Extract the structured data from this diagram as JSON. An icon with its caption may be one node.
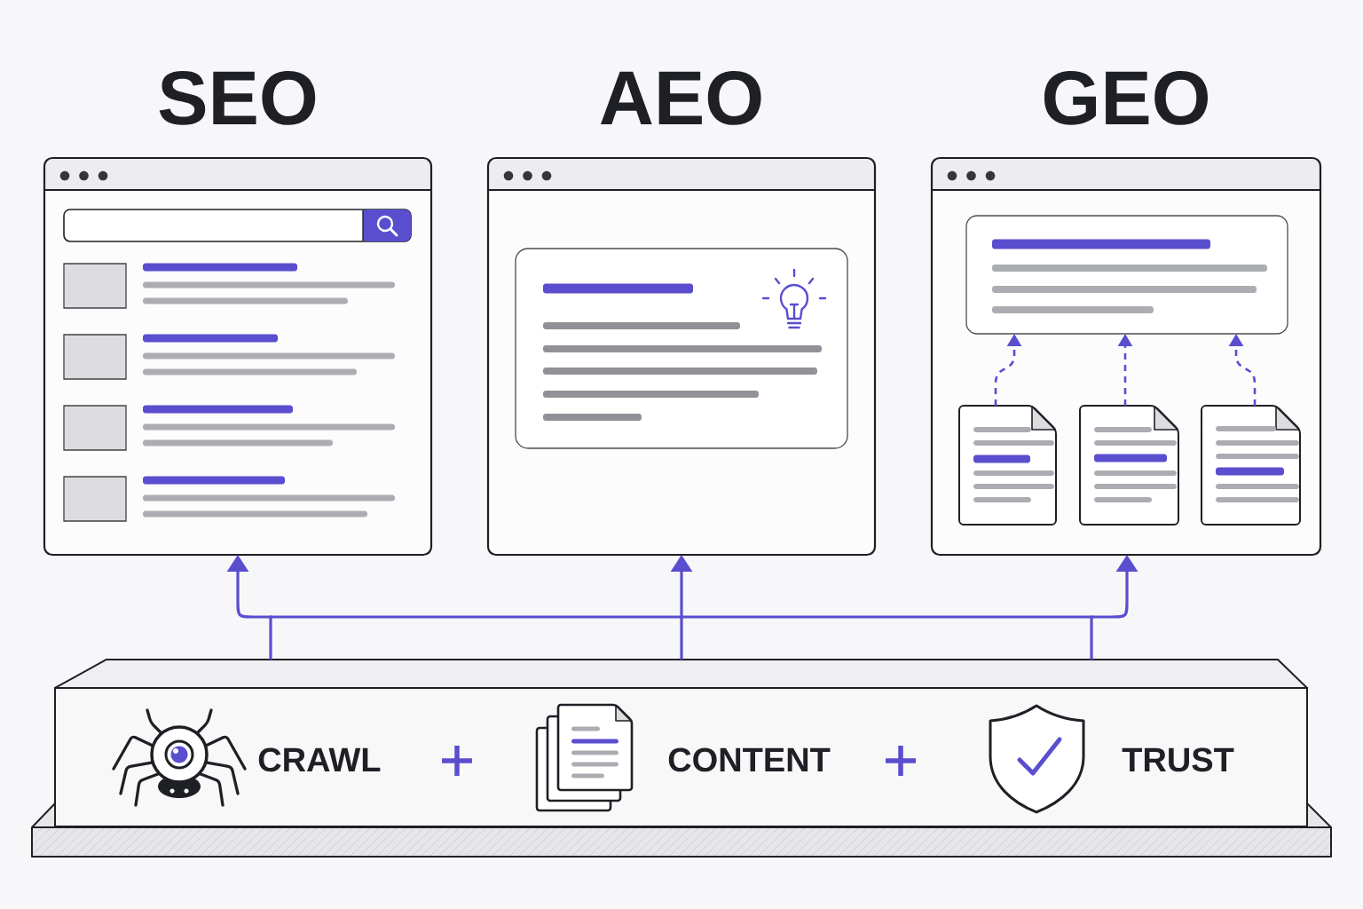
{
  "diagram": {
    "nodes": [
      {
        "text": [
          "SEO"
        ]
      },
      {
        "text": [
          "AEO"
        ]
      },
      {
        "text": [
          "GEO"
        ]
      },
      {
        "text": [],
        "shape": "box",
        "in": 2
      },
      {
        "text": [],
        "shape": "document",
        "in": 2
      },
      {
        "text": [],
        "shape": "document",
        "in": 2
      },
      {
        "text": [],
        "shape": "document",
        "in": 2
      },
      {
        "text": [
          "CRAWL",
          "CONTENT",
          "TRUST"
        ]
      }
    ],
    "edges": [
      {
        "from": 7,
        "to": 0,
        "arrow": "to"
      },
      {
        "from": 7,
        "to": 1,
        "arrow": "to"
      },
      {
        "from": 7,
        "to": 2,
        "arrow": "to"
      },
      {
        "from": 4,
        "to": 3,
        "arrow": "to",
        "style": "dashed"
      },
      {
        "from": 5,
        "to": 3,
        "arrow": "to",
        "style": "dashed"
      },
      {
        "from": 6,
        "to": 3,
        "arrow": "to",
        "style": "dashed"
      }
    ]
  }
}
